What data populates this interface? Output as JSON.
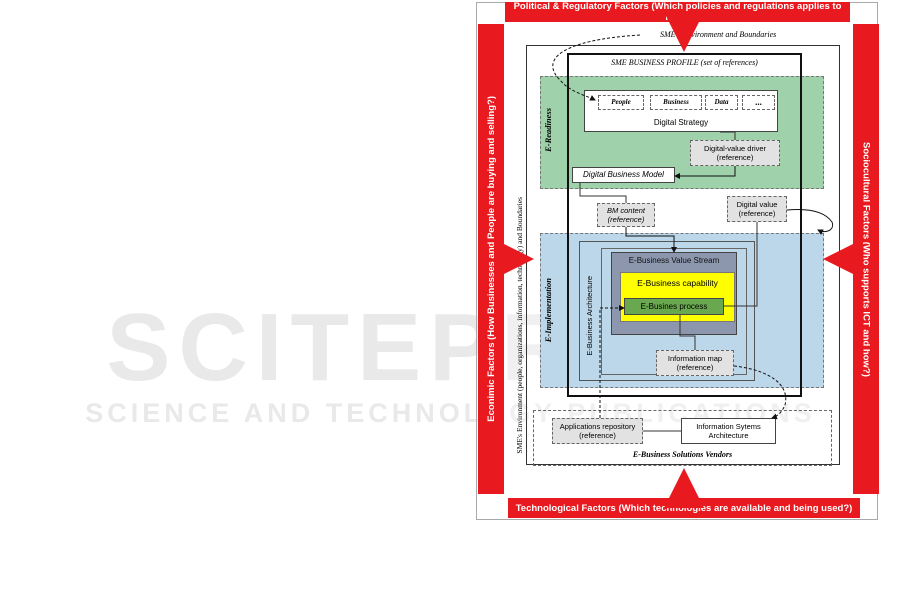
{
  "watermark": {
    "big": "SCITEPRESS",
    "sub": "SCIENCE AND TECHNOLOGY PUBLICATIONS"
  },
  "factors": {
    "political": "Political & Regulatory Factors (Which policies and regulations applies to ICT?)",
    "technological": "Technological Factors (Which technologies are available and being used?)",
    "economic": "Econimic Factors (How Businesses and People are buying and selling?)",
    "sociocultural": "Sociocultural Factors (Who supports ICT and how?)"
  },
  "environment": {
    "top_label": "SME's Environment and Boundaries",
    "side_label": "SME's Environment (people, organizations, information, technology) and Boundaries"
  },
  "profile": {
    "title": "SME BUSINESS PROFILE (set of references)"
  },
  "readiness": {
    "label": "E-Readiness",
    "strategy_items": [
      "People",
      "Business",
      "Data",
      "..."
    ],
    "strategy_label": "Digital Strategy",
    "driver": "Digital-value driver (reference)",
    "model": "Digital Business Model"
  },
  "middle": {
    "bm_content": "BM content (reference)",
    "digital_value": "Digital value (reference)"
  },
  "implementation": {
    "label": "E-Implementation",
    "architecture": "E-Business Architecture",
    "value_stream": "E-Business Value Stream",
    "capability": "E-Business capability",
    "process": "E-Busines process",
    "info_map": "Information map (reference)"
  },
  "vendors": {
    "label": "E-Business Solutions Vendors",
    "apps_repo": "Applications repository (reference)",
    "isa": "Information Sytems Architecture"
  },
  "colors": {
    "red": "#e8191f",
    "readiness_green": "#9fd1aa",
    "implementation_blue": "#bcd6ea",
    "value_stream": "#8c97ad",
    "capability_yellow": "#ffff00",
    "process_green": "#6aa84f"
  }
}
